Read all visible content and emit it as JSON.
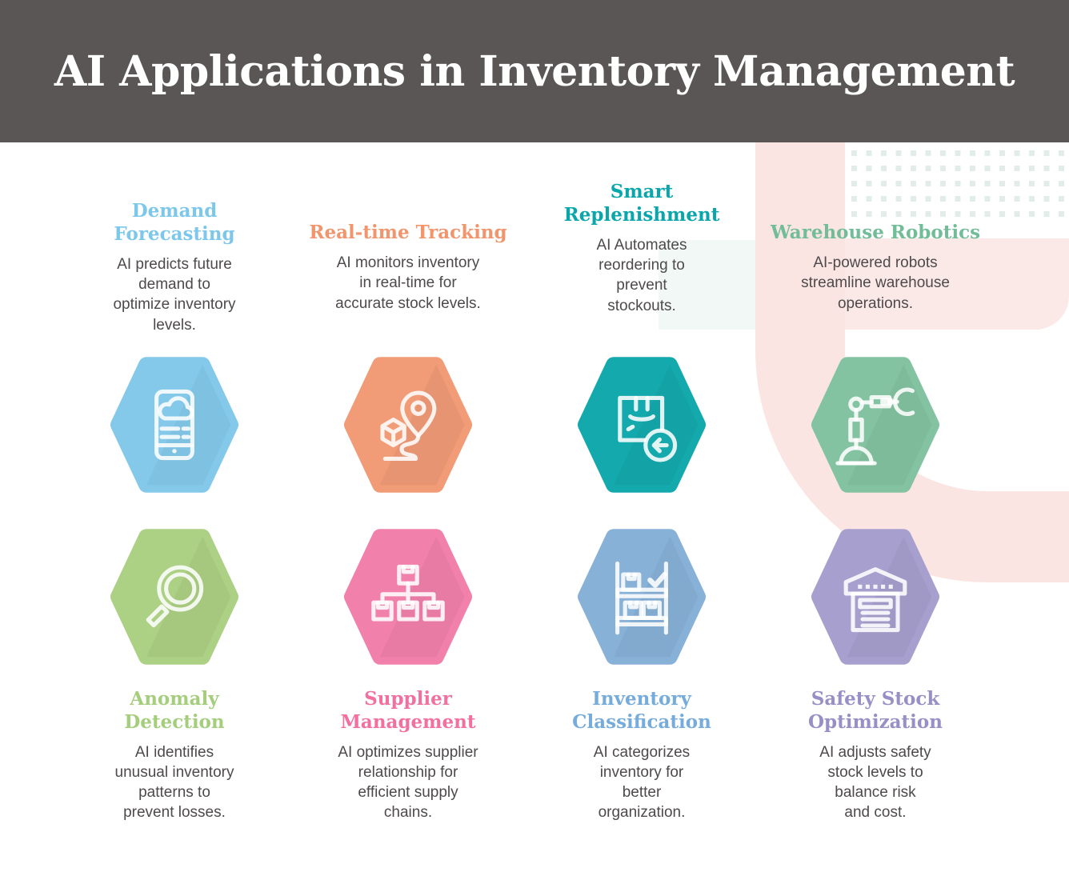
{
  "header": {
    "title": "AI Applications in Inventory Management"
  },
  "palette": {
    "header_bg": "#5A5656",
    "body_text": "#4E4A4C",
    "decor_band_pink": "#FAE5E3",
    "decor_block_pink": "#FBE9E8",
    "decor_mint": "#EDF5F2",
    "decor_dash": "#E2EDE9"
  },
  "cards": [
    {
      "id": "demand-forecasting",
      "title": "Demand\nForecasting",
      "title_color": "#7CC7EA",
      "color": "#84C9EA",
      "description": "AI predicts future\ndemand to\noptimize inventory\nlevels.",
      "icon": "smartphone-cloud"
    },
    {
      "id": "real-time-tracking",
      "title": "Real-time Tracking",
      "title_color": "#F2946C",
      "color": "#F19B77",
      "description": "AI monitors inventory\nin real-time for\naccurate stock levels.",
      "icon": "location-pin-route"
    },
    {
      "id": "smart-replenishment",
      "title": "Smart\nReplenishment",
      "title_color": "#09A6AB",
      "color": "#14A9AD",
      "description": "AI Automates\nreordering to\nprevent\nstockouts.",
      "icon": "package-return"
    },
    {
      "id": "warehouse-robotics",
      "title": "Warehouse Robotics",
      "title_color": "#71BD97",
      "color": "#83C3A2",
      "description": "AI-powered robots\nstreamline warehouse\noperations.",
      "icon": "robot-arm"
    },
    {
      "id": "anomaly-detection",
      "title": "Anomaly\nDetection",
      "title_color": "#A4CD7C",
      "color": "#ACD184",
      "description": "AI identifies\nunusual inventory\npatterns to\nprevent losses.",
      "icon": "magnifier"
    },
    {
      "id": "supplier-management",
      "title": "Supplier\nManagement",
      "title_color": "#F2709F",
      "color": "#F180AB",
      "description": "AI optimizes supplier\nrelationship for\nefficient supply\nchains.",
      "icon": "supply-hierarchy"
    },
    {
      "id": "inventory-classification",
      "title": "Inventory\nClassification",
      "title_color": "#76ACDB",
      "color": "#88B1D8",
      "description": "AI categorizes\ninventory for\nbetter\norganization.",
      "icon": "shelf-checklist"
    },
    {
      "id": "safety-stock-optimization",
      "title": "Safety Stock\nOptimization",
      "title_color": "#988FC6",
      "color": "#A7A0CF",
      "description": "AI adjusts safety\nstock levels to\nbalance risk\nand cost.",
      "icon": "warehouse"
    }
  ]
}
